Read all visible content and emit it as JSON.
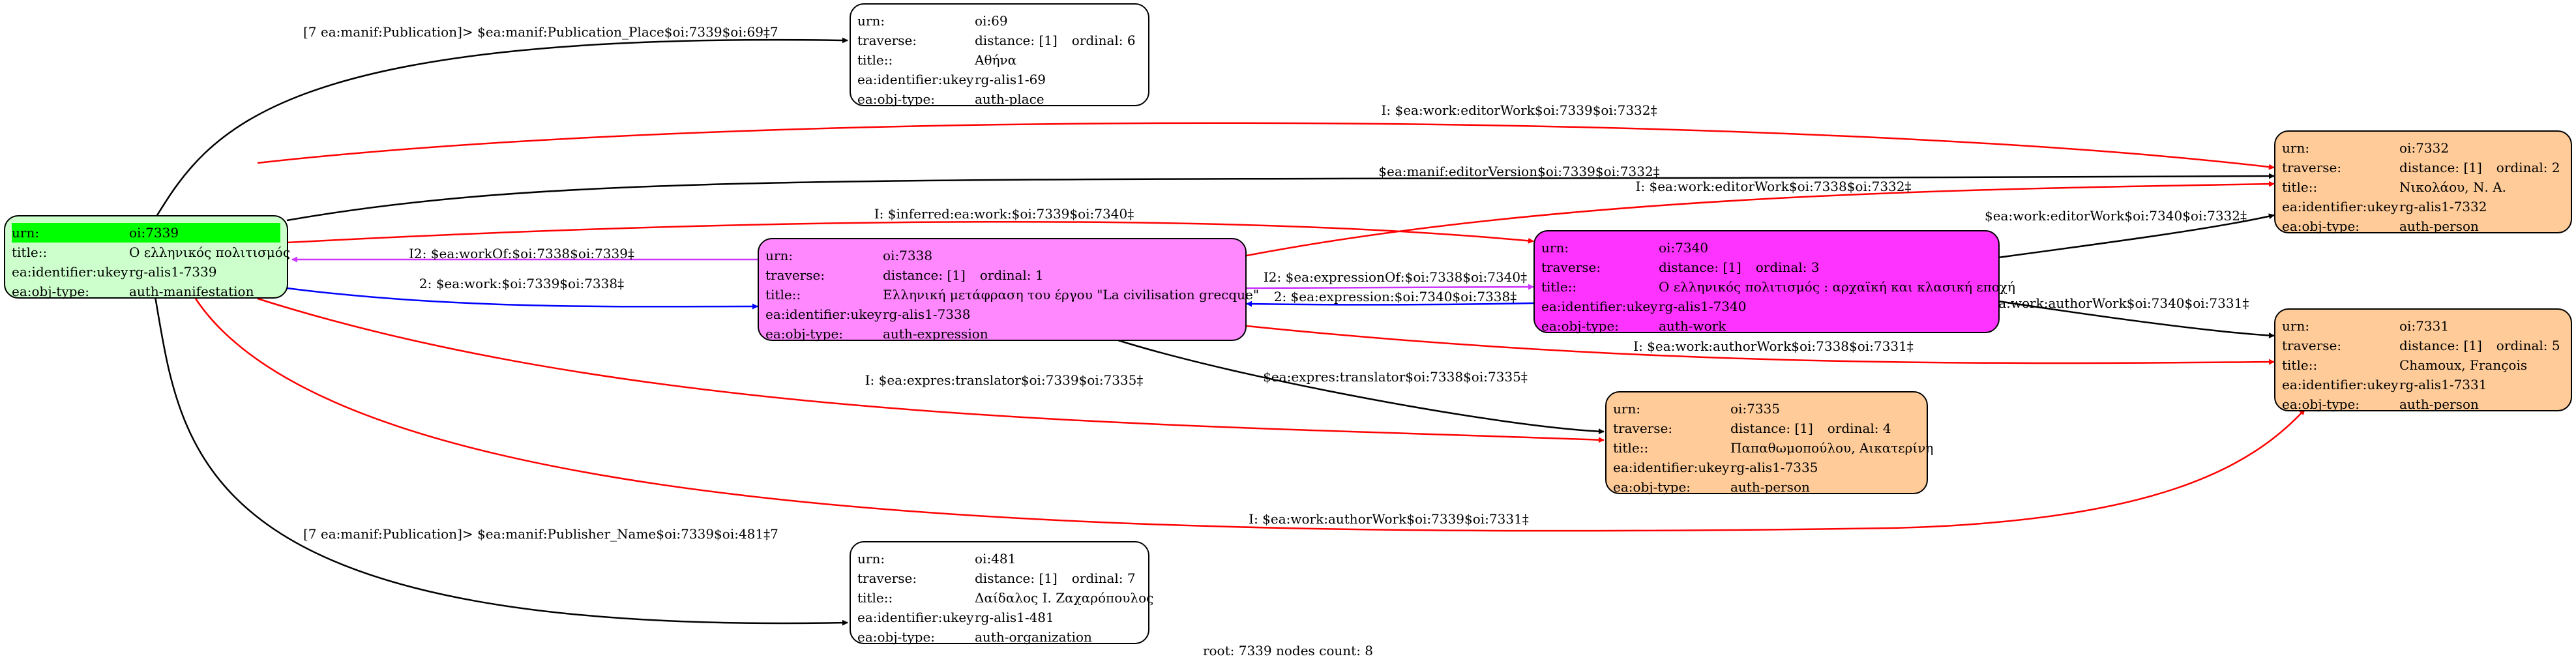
{
  "colors": {
    "manifestation": "#ccffcc",
    "manifestation_header": "#00ff00",
    "expression": "#ff88ff",
    "work": "#ff33ff",
    "person": "#ffcc99",
    "plain": "#ffffff",
    "edge_black": "#000000",
    "edge_red": "#ff0000",
    "edge_magenta": "#cc33ff",
    "edge_blue": "#0000ff"
  },
  "nodes": {
    "n7339": {
      "rows": [
        {
          "k": "urn:",
          "v": "oi:7339"
        },
        {
          "k": "title::",
          "v": "Ο ελληνικός πολιτισμός"
        },
        {
          "k": "ea:identifier:ukey",
          "v": "rg-alis1-7339"
        },
        {
          "k": "ea:obj-type:",
          "v": "auth-manifestation"
        }
      ]
    },
    "n69": {
      "rows": [
        {
          "k": "urn:",
          "v": "oi:69"
        },
        {
          "k": "traverse:",
          "v": "distance: [1]",
          "ord": "ordinal: 6"
        },
        {
          "k": "title::",
          "v": "Αθήνα"
        },
        {
          "k": "ea:identifier:ukey",
          "v": "rg-alis1-69"
        },
        {
          "k": "ea:obj-type:",
          "v": "auth-place"
        }
      ]
    },
    "n481": {
      "rows": [
        {
          "k": "urn:",
          "v": "oi:481"
        },
        {
          "k": "traverse:",
          "v": "distance: [1]",
          "ord": "ordinal: 7"
        },
        {
          "k": "title::",
          "v": "Δαίδαλος Ι. Ζαχαρόπουλος"
        },
        {
          "k": "ea:identifier:ukey",
          "v": "rg-alis1-481"
        },
        {
          "k": "ea:obj-type:",
          "v": "auth-organization"
        }
      ]
    },
    "n7338": {
      "rows": [
        {
          "k": "urn:",
          "v": "oi:7338"
        },
        {
          "k": "traverse:",
          "v": "distance: [1]",
          "ord": "ordinal: 1"
        },
        {
          "k": "title::",
          "v": "Ελληνική μετάφραση του έργου \"La civilisation grecque\""
        },
        {
          "k": "ea:identifier:ukey",
          "v": "rg-alis1-7338"
        },
        {
          "k": "ea:obj-type:",
          "v": "auth-expression"
        }
      ]
    },
    "n7340": {
      "rows": [
        {
          "k": "urn:",
          "v": "oi:7340"
        },
        {
          "k": "traverse:",
          "v": "distance: [1]",
          "ord": "ordinal: 3"
        },
        {
          "k": "title::",
          "v": "Ο ελληνικός πολιτισμός : αρχαϊκή και κλασική εποχή"
        },
        {
          "k": "ea:identifier:ukey",
          "v": "rg-alis1-7340"
        },
        {
          "k": "ea:obj-type:",
          "v": "auth-work"
        }
      ]
    },
    "n7335": {
      "rows": [
        {
          "k": "urn:",
          "v": "oi:7335"
        },
        {
          "k": "traverse:",
          "v": "distance: [1]",
          "ord": "ordinal: 4"
        },
        {
          "k": "title::",
          "v": "Παπαθωμοπούλου, Αικατερίνη"
        },
        {
          "k": "ea:identifier:ukey",
          "v": "rg-alis1-7335"
        },
        {
          "k": "ea:obj-type:",
          "v": "auth-person"
        }
      ]
    },
    "n7332": {
      "rows": [
        {
          "k": "urn:",
          "v": "oi:7332"
        },
        {
          "k": "traverse:",
          "v": "distance: [1]",
          "ord": "ordinal: 2"
        },
        {
          "k": "title::",
          "v": "Νικολάου, Ν. Α."
        },
        {
          "k": "ea:identifier:ukey",
          "v": "rg-alis1-7332"
        },
        {
          "k": "ea:obj-type:",
          "v": "auth-person"
        }
      ]
    },
    "n7331": {
      "rows": [
        {
          "k": "urn:",
          "v": "oi:7331"
        },
        {
          "k": "traverse:",
          "v": "distance: [1]",
          "ord": "ordinal: 5"
        },
        {
          "k": "title::",
          "v": "Chamoux, François"
        },
        {
          "k": "ea:identifier:ukey",
          "v": "rg-alis1-7331"
        },
        {
          "k": "ea:obj-type:",
          "v": "auth-person"
        }
      ]
    }
  },
  "edges": [
    {
      "id": "e1",
      "label": "[7 ea:manif:Publication]> $ea:manif:Publication_Place$oi:7339$oi:69‡7",
      "color": "black"
    },
    {
      "id": "e2",
      "label": "[7 ea:manif:Publication]> $ea:manif:Publisher_Name$oi:7339$oi:481‡7",
      "color": "black"
    },
    {
      "id": "e3",
      "label": "I: $ea:work:editorWork$oi:7339$oi:7332‡",
      "color": "red"
    },
    {
      "id": "e4",
      "label": "$ea:manif:editorVersion$oi:7339$oi:7332‡",
      "color": "black"
    },
    {
      "id": "e5",
      "label": "I: $inferred:ea:work:$oi:7339$oi:7340‡",
      "color": "red"
    },
    {
      "id": "e6",
      "label": "I2: $ea:workOf:$oi:7338$oi:7339‡",
      "color": "magenta"
    },
    {
      "id": "e7",
      "label": "2: $ea:work:$oi:7339$oi:7338‡",
      "color": "blue"
    },
    {
      "id": "e8",
      "label": "I: $ea:expres:translator$oi:7339$oi:7335‡",
      "color": "red"
    },
    {
      "id": "e9",
      "label": "I: $ea:work:authorWork$oi:7339$oi:7331‡",
      "color": "red"
    },
    {
      "id": "e10",
      "label": "I: $ea:work:editorWork$oi:7338$oi:7332‡",
      "color": "red"
    },
    {
      "id": "e11",
      "label": "I2: $ea:expressionOf:$oi:7338$oi:7340‡",
      "color": "magenta"
    },
    {
      "id": "e12",
      "label": "2: $ea:expression:$oi:7340$oi:7338‡",
      "color": "blue"
    },
    {
      "id": "e13",
      "label": "I: $ea:work:authorWork$oi:7338$oi:7331‡",
      "color": "red"
    },
    {
      "id": "e14",
      "label": "$ea:expres:translator$oi:7338$oi:7335‡",
      "color": "black"
    },
    {
      "id": "e15",
      "label": "$ea:work:editorWork$oi:7340$oi:7332‡",
      "color": "black"
    },
    {
      "id": "e16",
      "label": "$ea:work:authorWork$oi:7340$oi:7331‡",
      "color": "black"
    }
  ],
  "footer": "root: 7339 nodes count: 8"
}
